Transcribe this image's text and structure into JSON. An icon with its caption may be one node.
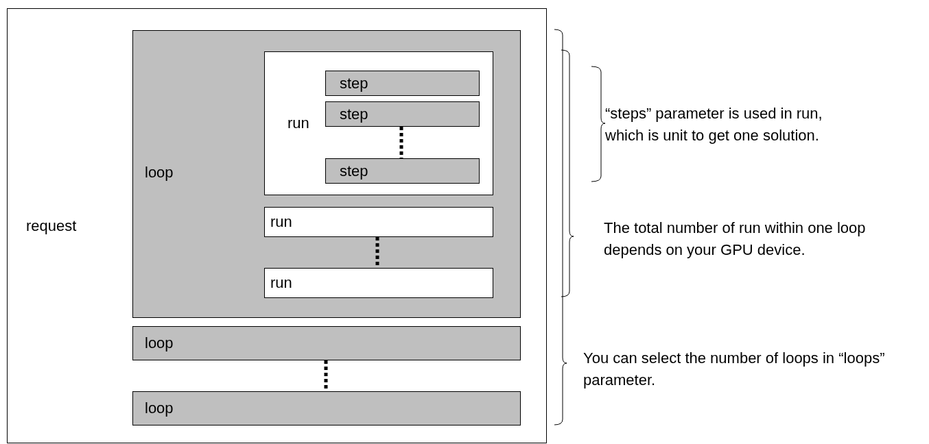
{
  "diagram": {
    "nodes": [
      {
        "text": [
          "request"
        ]
      },
      {
        "text": [
          "loop"
        ],
        "in": 0
      },
      {
        "text": [
          "run"
        ],
        "in": 1
      },
      {
        "text": [
          "step"
        ],
        "in": 2
      },
      {
        "text": [
          "step"
        ],
        "in": 2
      },
      {
        "text": [
          "step"
        ],
        "in": 2
      },
      {
        "text": [
          "run"
        ],
        "in": 1
      },
      {
        "text": [
          "run"
        ],
        "in": 1
      },
      {
        "text": [
          "loop"
        ],
        "in": 0
      },
      {
        "text": [
          "loop"
        ],
        "in": 0
      }
    ],
    "edges": [
      {
        "from": 4,
        "to": 5,
        "arrow": "none"
      },
      {
        "from": 6,
        "to": 7,
        "arrow": "none"
      },
      {
        "from": 8,
        "to": 9,
        "arrow": "none"
      }
    ],
    "labels": [
      "“steps” parameter is used in run, which is unit to get one solution.",
      "The total number of run within one loop depends on your GPU device.",
      "You can select the number of loops in “loops” parameter."
    ]
  }
}
